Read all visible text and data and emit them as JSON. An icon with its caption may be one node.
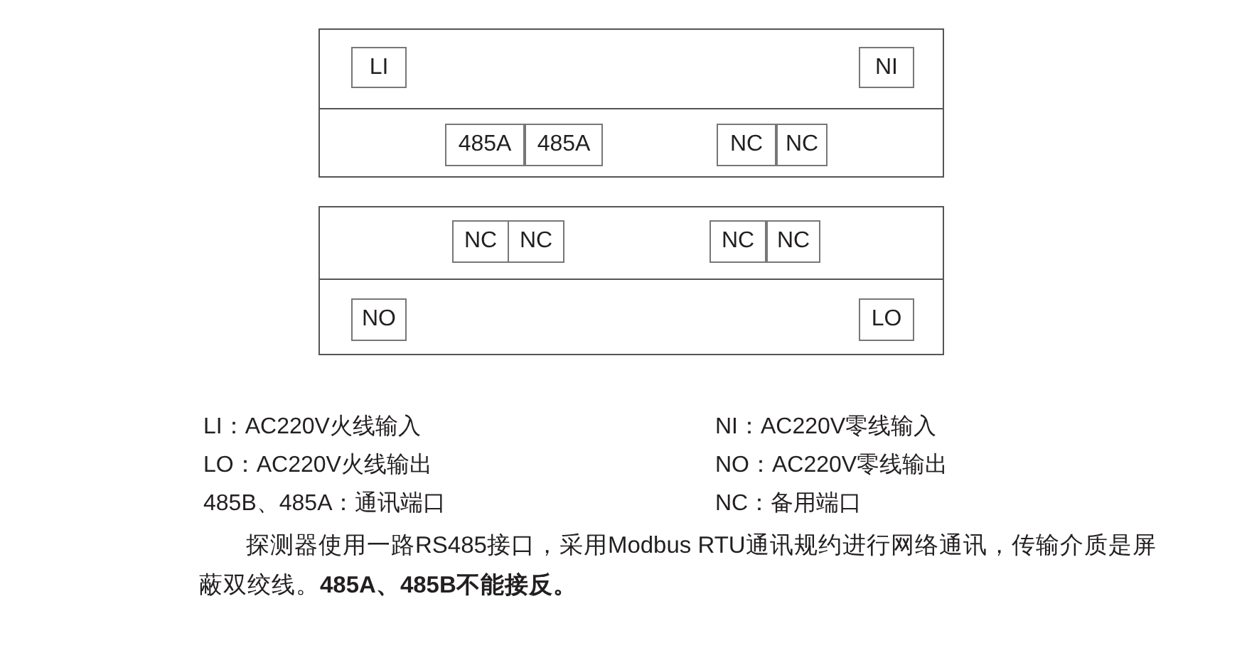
{
  "diagram": {
    "nodes": [
      {
        "text": [],
        "shape": "box"
      },
      {
        "text": [
          "LI"
        ],
        "in": 0
      },
      {
        "text": [
          "NI"
        ],
        "in": 0
      },
      {
        "text": [
          "485A"
        ],
        "in": 0
      },
      {
        "text": [
          "485A"
        ],
        "in": 0
      },
      {
        "text": [
          "NC"
        ],
        "in": 0
      },
      {
        "text": [
          "NC"
        ],
        "in": 0
      },
      {
        "text": [],
        "shape": "box"
      },
      {
        "text": [
          "NC"
        ],
        "in": 7
      },
      {
        "text": [
          "NC"
        ],
        "in": 7
      },
      {
        "text": [
          "NC"
        ],
        "in": 7
      },
      {
        "text": [
          "NC"
        ],
        "in": 7
      },
      {
        "text": [
          "NO"
        ],
        "in": 7
      },
      {
        "text": [
          "LO"
        ],
        "in": 7
      }
    ],
    "labels": [
      "LI：AC220V火线输入",
      "NI：AC220V零线输入",
      "LO：AC220V火线输出",
      "NO：AC220V零线输出",
      "485B、485A：通讯端口",
      "NC：备用端口",
      "探测器使用一路RS485接口，采用Modbus RTU通讯规约进行网络通讯，传输介质是屏蔽双绞线。**485A、485B不能接反。**"
    ]
  }
}
